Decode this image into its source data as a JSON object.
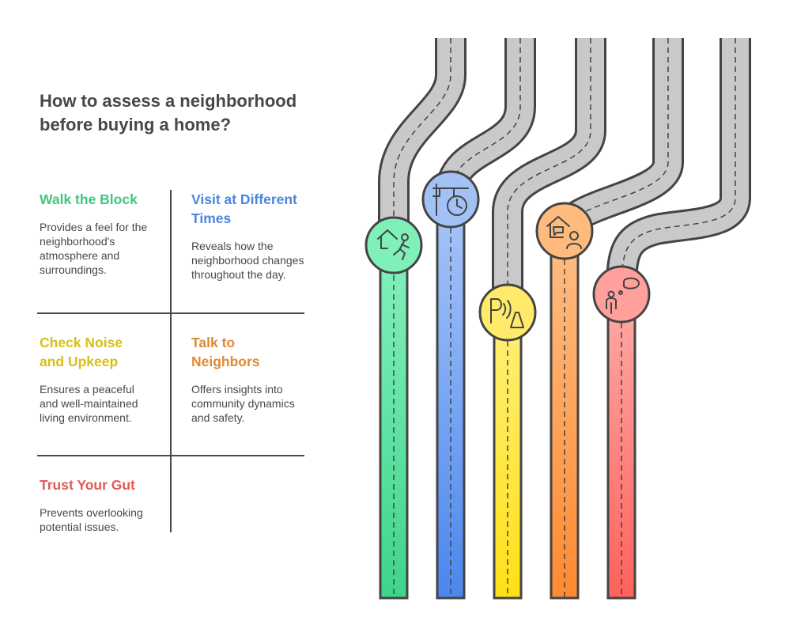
{
  "title": "How to assess a neighborhood before buying a home?",
  "items": [
    {
      "heading": "Walk the Block",
      "description": "Provides a feel for the neighborhood's atmosphere and surroundings.",
      "color": "#3ec77f",
      "icon": "house-walker-icon"
    },
    {
      "heading": "Visit at Different Times",
      "description": "Reveals how the neighborhood changes throughout the day.",
      "color": "#4a86e0",
      "icon": "sign-clock-icon"
    },
    {
      "heading": "Check Noise and Upkeep",
      "description": "Ensures a peaceful and well-maintained living environment.",
      "color": "#e3c81a",
      "icon": "sound-cone-icon"
    },
    {
      "heading": "Talk to Neighbors",
      "description": "Offers insights into community dynamics and safety.",
      "color": "#e08a34",
      "icon": "house-chat-person-icon"
    },
    {
      "heading": "Trust Your Gut",
      "description": "Prevents overlooking potential issues.",
      "color": "#e35a56",
      "icon": "person-thought-icon"
    }
  ]
}
